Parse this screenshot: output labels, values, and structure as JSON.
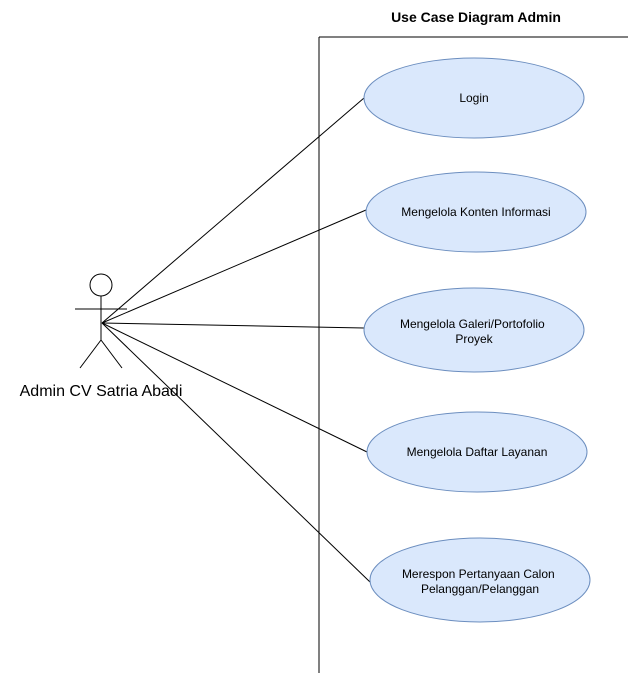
{
  "diagram": {
    "title": "Use Case Diagram Admin",
    "actor": {
      "label": "Admin CV Satria Abadi"
    },
    "use_cases": [
      {
        "lines": [
          "Login"
        ]
      },
      {
        "lines": [
          "Mengelola Konten Informasi"
        ]
      },
      {
        "lines": [
          "Mengelola Galeri/Portofolio",
          "Proyek"
        ]
      },
      {
        "lines": [
          "Mengelola Daftar Layanan"
        ]
      },
      {
        "lines": [
          "Merespon Pertanyaan Calon",
          "Pelanggan/Pelanggan"
        ]
      }
    ],
    "colors": {
      "use_case_fill": "#dae8fc",
      "use_case_stroke": "#6c8ebf",
      "line": "#000000"
    }
  }
}
